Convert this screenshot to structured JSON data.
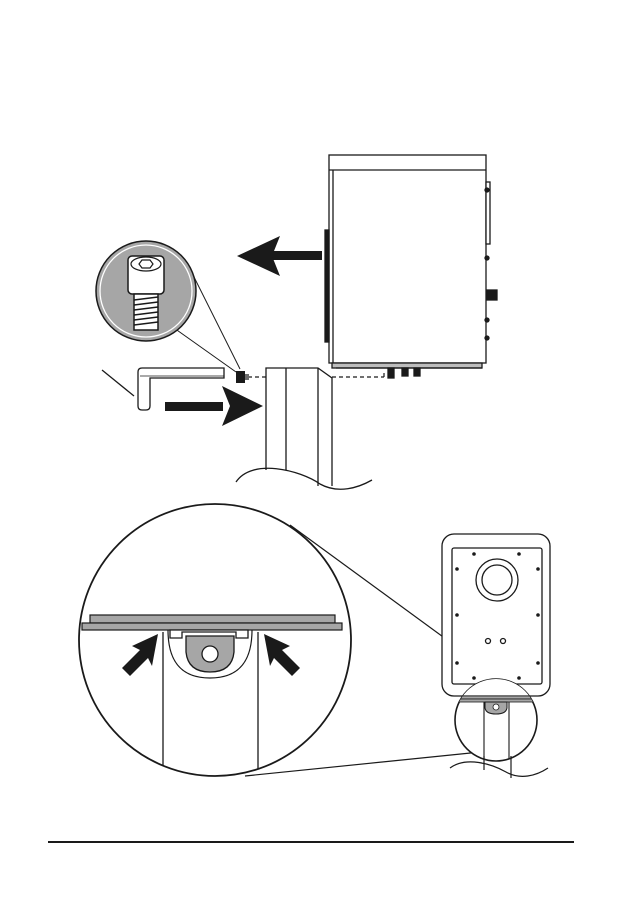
{
  "page": {
    "background": "#ffffff",
    "ink": "#1a1a1a",
    "gray_fill": "#a6a6a6",
    "light_gray": "#d0d0d0"
  },
  "figures": {
    "top": {
      "speaker_side_view": "speaker-side",
      "screw_zoom": "socket-head-screw",
      "tool": "hex-key",
      "arrows": [
        "arrow-left",
        "arrow-right"
      ]
    },
    "bottom": {
      "bracket_zoom": "bracket-detail",
      "arrows": [
        "arrow-up-right",
        "arrow-up-left"
      ],
      "speaker_front_view": "speaker-front"
    }
  }
}
